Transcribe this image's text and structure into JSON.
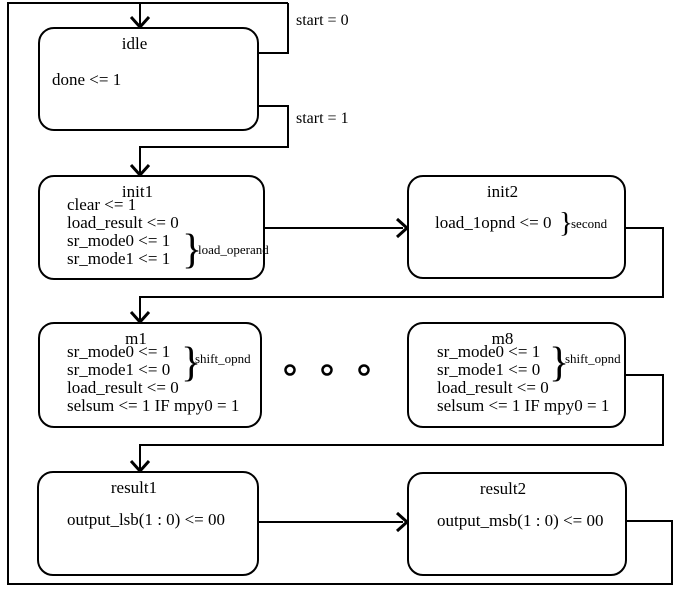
{
  "diagram": {
    "background": "#ffffff",
    "line_color": "#000000",
    "transitions": {
      "idle_self_label": "start = 0",
      "idle_to_init1_label": "start = 1"
    },
    "states": {
      "idle": {
        "title": "idle",
        "lines": [
          "done <= 1"
        ]
      },
      "init1": {
        "title": "init1",
        "lines": [
          "clear <= 1",
          "load_result <= 0",
          "sr_mode0 <= 1",
          "sr_mode1 <= 1"
        ],
        "brace": "}",
        "brace_label": "load_operand"
      },
      "init2": {
        "title": "init2",
        "lines": [
          "load_1opnd <= 0"
        ],
        "brace": "}",
        "brace_label": "second"
      },
      "m1": {
        "title": "m1",
        "lines": [
          "sr_mode0 <= 1",
          "sr_mode1 <= 0",
          "load_result <= 0",
          "selsum <= 1 IF mpy0 = 1"
        ],
        "brace": "}",
        "brace_label": "shift_opnd"
      },
      "m8": {
        "title": "m8",
        "lines": [
          "sr_mode0 <= 1",
          "sr_mode1 <= 0",
          "load_result <= 0",
          "selsum <= 1 IF mpy0 = 1"
        ],
        "brace": "}",
        "brace_label": "shift_opnd"
      },
      "result1": {
        "title": "result1",
        "lines": [
          "output_lsb(1 : 0) <= 00"
        ]
      },
      "result2": {
        "title": "result2",
        "lines": [
          "output_msb(1 : 0) <= 00"
        ]
      }
    }
  }
}
